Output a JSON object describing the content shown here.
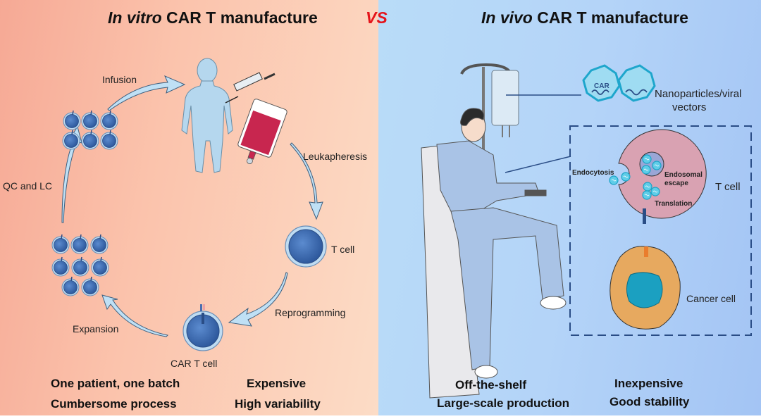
{
  "left": {
    "title_italic": "In vitro",
    "title_rest": " CAR T manufacture",
    "labels": {
      "infusion": "Infusion",
      "leukapheresis": "Leukapheresis",
      "t_cell": "T cell",
      "reprogramming": "Reprogramming",
      "car_t_cell": "CAR T cell",
      "expansion": "Expansion",
      "qc_lc": "QC and LC"
    },
    "bullets": [
      "One patient, one batch",
      "Cumbersome process",
      "Expensive",
      "High variability"
    ]
  },
  "vs": "VS",
  "right": {
    "title_italic": "In vivo",
    "title_rest": " CAR T manufacture",
    "labels": {
      "car_badge": "CAR",
      "nanoparticles": "Nanoparticles/viral",
      "vectors": "vectors",
      "endocytosis": "Endocytosis",
      "endosomal": "Endosomal",
      "escape": "escape",
      "translation": "Translation",
      "t_cell": "T cell",
      "cancer_cell": "Cancer cell"
    },
    "bullets": [
      "Off-the-shelf",
      "Large-scale production",
      "Inexpensive",
      "Good stability"
    ]
  },
  "colors": {
    "left_bg": "#fbc3ac",
    "right_bg": "#b4d4f8",
    "vs": "#e4141b",
    "cell_blue": "#3f6db3",
    "arrow_fill": "#bfe0f5",
    "tcell_pink": "#d9a2b2",
    "cancer_orange": "#e7a95f",
    "cancer_nucleus": "#1ba0c1"
  }
}
